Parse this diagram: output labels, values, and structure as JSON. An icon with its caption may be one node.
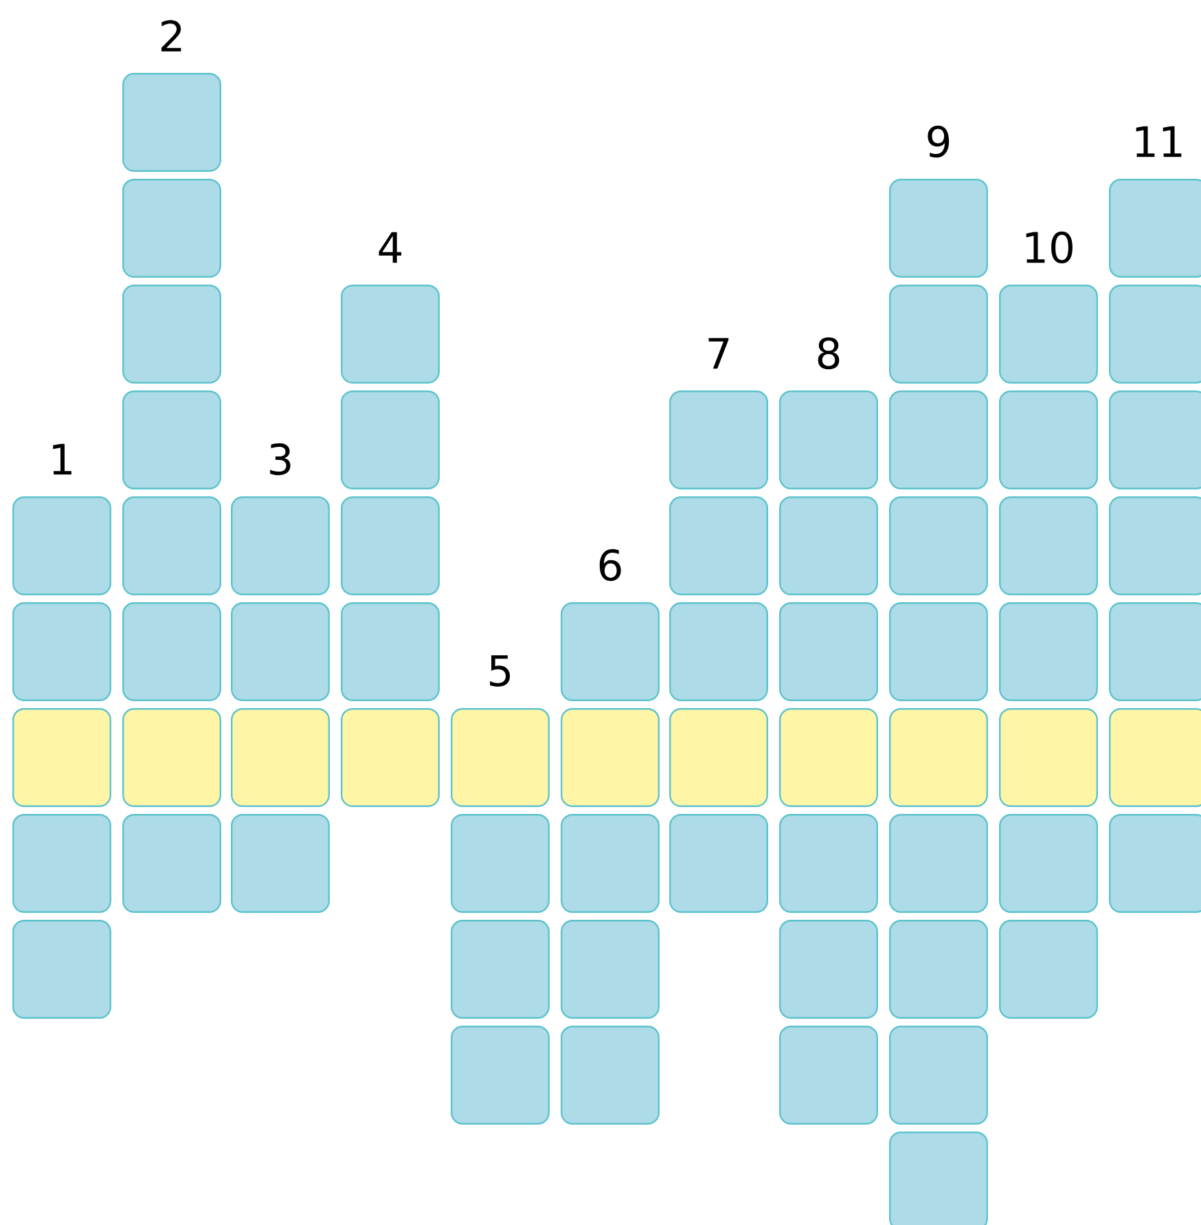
{
  "diagram": {
    "nodes": [
      {
        "text": [],
        "shape": "box"
      },
      {
        "text": [],
        "shape": "box"
      },
      {
        "text": [],
        "shape": "box"
      },
      {
        "text": [],
        "shape": "box"
      },
      {
        "text": [],
        "shape": "box"
      },
      {
        "text": [],
        "shape": "box"
      },
      {
        "text": [],
        "shape": "box"
      },
      {
        "text": [],
        "shape": "box"
      },
      {
        "text": [],
        "shape": "box"
      },
      {
        "text": [],
        "shape": "box"
      },
      {
        "text": [],
        "shape": "box"
      },
      {
        "text": [],
        "shape": "box"
      },
      {
        "text": [],
        "shape": "box"
      },
      {
        "text": [],
        "shape": "box"
      },
      {
        "text": [],
        "shape": "box"
      },
      {
        "text": [],
        "shape": "box"
      },
      {
        "text": [],
        "shape": "box"
      },
      {
        "text": [],
        "shape": "box"
      },
      {
        "text": [],
        "shape": "box"
      },
      {
        "text": [],
        "shape": "box"
      },
      {
        "text": [],
        "shape": "box"
      },
      {
        "text": [],
        "shape": "box"
      },
      {
        "text": [],
        "shape": "box"
      },
      {
        "text": [],
        "shape": "box"
      },
      {
        "text": [],
        "shape": "box"
      },
      {
        "text": [],
        "shape": "box"
      },
      {
        "text": [],
        "shape": "box"
      },
      {
        "text": [],
        "shape": "box"
      },
      {
        "text": [],
        "shape": "box"
      },
      {
        "text": [],
        "shape": "box"
      },
      {
        "text": [],
        "shape": "box"
      },
      {
        "text": [],
        "shape": "box"
      },
      {
        "text": [],
        "shape": "box"
      },
      {
        "text": [],
        "shape": "box"
      },
      {
        "text": [],
        "shape": "box"
      },
      {
        "text": [],
        "shape": "box"
      },
      {
        "text": [],
        "shape": "box"
      },
      {
        "text": [],
        "shape": "box"
      },
      {
        "text": [],
        "shape": "box"
      },
      {
        "text": [],
        "shape": "box"
      },
      {
        "text": [],
        "shape": "box"
      },
      {
        "text": [],
        "shape": "box"
      },
      {
        "text": [],
        "shape": "box"
      },
      {
        "text": [],
        "shape": "box"
      },
      {
        "text": [],
        "shape": "box"
      },
      {
        "text": [],
        "shape": "box"
      },
      {
        "text": [],
        "shape": "box"
      },
      {
        "text": [],
        "shape": "box"
      },
      {
        "text": [],
        "shape": "box"
      },
      {
        "text": [],
        "shape": "box"
      },
      {
        "text": [],
        "shape": "box"
      },
      {
        "text": [],
        "shape": "box"
      },
      {
        "text": [],
        "shape": "box"
      },
      {
        "text": [],
        "shape": "box"
      },
      {
        "text": [],
        "shape": "box"
      },
      {
        "text": [],
        "shape": "box"
      },
      {
        "text": [],
        "shape": "box"
      },
      {
        "text": [],
        "shape": "box"
      },
      {
        "text": [],
        "shape": "box"
      },
      {
        "text": [],
        "shape": "box"
      },
      {
        "text": [],
        "shape": "box"
      },
      {
        "text": [],
        "shape": "box"
      },
      {
        "text": [],
        "shape": "box"
      },
      {
        "text": [],
        "shape": "box"
      },
      {
        "text": [],
        "shape": "box"
      },
      {
        "text": [],
        "shape": "box"
      },
      {
        "text": [],
        "shape": "box"
      }
    ],
    "labels": [
      "1",
      "2",
      "3",
      "4",
      "5",
      "6",
      "7",
      "8",
      "9",
      "10",
      "11"
    ]
  }
}
